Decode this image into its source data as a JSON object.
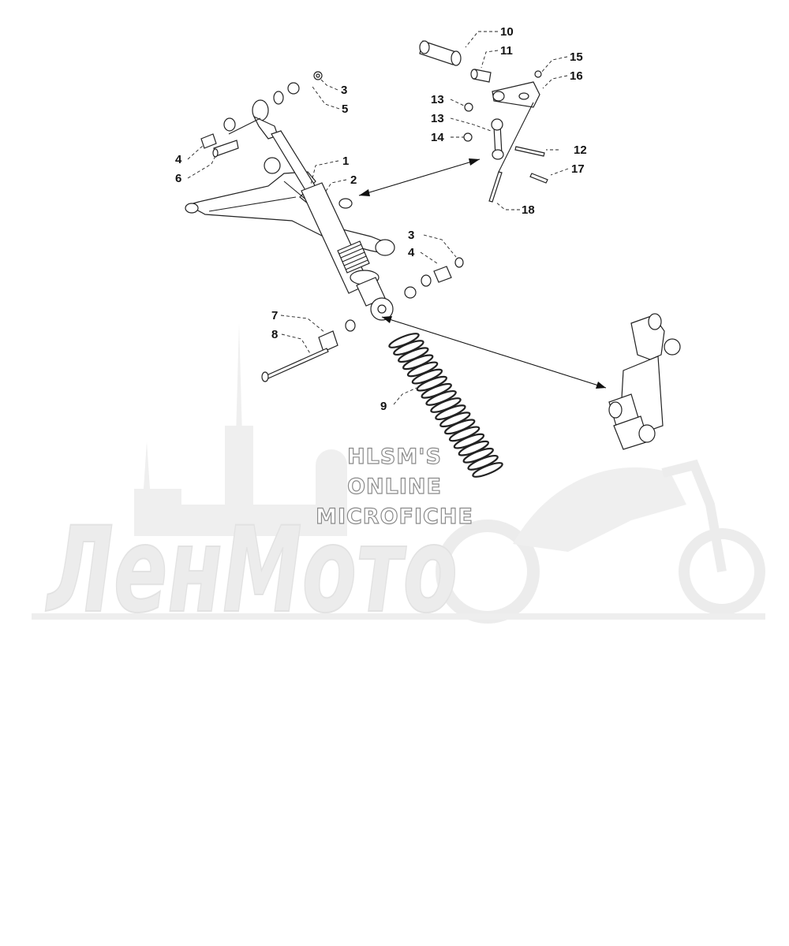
{
  "watermark": {
    "line1": "HLSM'S",
    "line2": "ONLINE",
    "line3": "MICROFICHE",
    "brand": "ЛенМото"
  },
  "callouts": [
    {
      "id": "c1",
      "text": "1"
    },
    {
      "id": "c2",
      "text": "2"
    },
    {
      "id": "c3a",
      "text": "3"
    },
    {
      "id": "c3b",
      "text": "3"
    },
    {
      "id": "c4a",
      "text": "4"
    },
    {
      "id": "c4b",
      "text": "4"
    },
    {
      "id": "c5",
      "text": "5"
    },
    {
      "id": "c6",
      "text": "6"
    },
    {
      "id": "c7",
      "text": "7"
    },
    {
      "id": "c8",
      "text": "8"
    },
    {
      "id": "c9",
      "text": "9"
    },
    {
      "id": "c10",
      "text": "10"
    },
    {
      "id": "c11",
      "text": "11"
    },
    {
      "id": "c12",
      "text": "12"
    },
    {
      "id": "c13a",
      "text": "13"
    },
    {
      "id": "c13b",
      "text": "13"
    },
    {
      "id": "c14",
      "text": "14"
    },
    {
      "id": "c15",
      "text": "15"
    },
    {
      "id": "c16",
      "text": "16"
    },
    {
      "id": "c17",
      "text": "17"
    },
    {
      "id": "c18",
      "text": "18"
    }
  ]
}
